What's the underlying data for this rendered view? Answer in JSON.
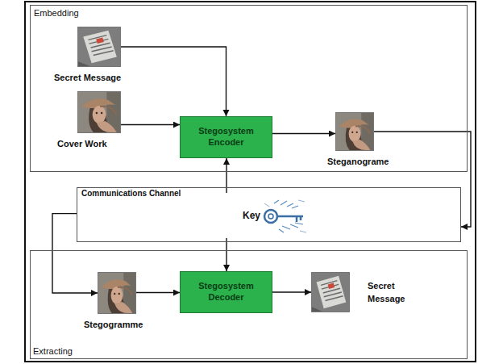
{
  "diagram": {
    "nodes": [
      {
        "text": [
          "Embedding"
        ]
      },
      {
        "text": [
          "Secret Message"
        ],
        "in": 0
      },
      {
        "text": [
          "Cover Work"
        ],
        "in": 0
      },
      {
        "text": [
          "Stegosystem Encoder"
        ],
        "in": 0
      },
      {
        "text": [
          "Steganograme"
        ],
        "in": 0
      },
      {
        "text": [
          "Communications Channel"
        ]
      },
      {
        "text": [
          "Key"
        ],
        "in": 5
      },
      {
        "text": [
          "Extracting"
        ]
      },
      {
        "text": [
          "Stegogramme"
        ],
        "in": 7
      },
      {
        "text": [
          "Stegosystem Decoder"
        ],
        "in": 7
      },
      {
        "text": [
          "Secret Message"
        ],
        "in": 7
      }
    ],
    "edges": [
      {
        "from": 1,
        "to": 3,
        "arrow": "to"
      },
      {
        "from": 2,
        "to": 3,
        "arrow": "to"
      },
      {
        "from": 3,
        "to": 4,
        "arrow": "to"
      },
      {
        "from": 4,
        "to": 5,
        "arrow": "to"
      },
      {
        "from": 6,
        "to": 3,
        "arrow": "to"
      },
      {
        "from": 6,
        "to": 9,
        "arrow": "to"
      },
      {
        "from": 5,
        "to": 8,
        "arrow": "to"
      },
      {
        "from": 8,
        "to": 9,
        "arrow": "to"
      },
      {
        "from": 9,
        "to": 10,
        "arrow": "to"
      }
    ]
  }
}
